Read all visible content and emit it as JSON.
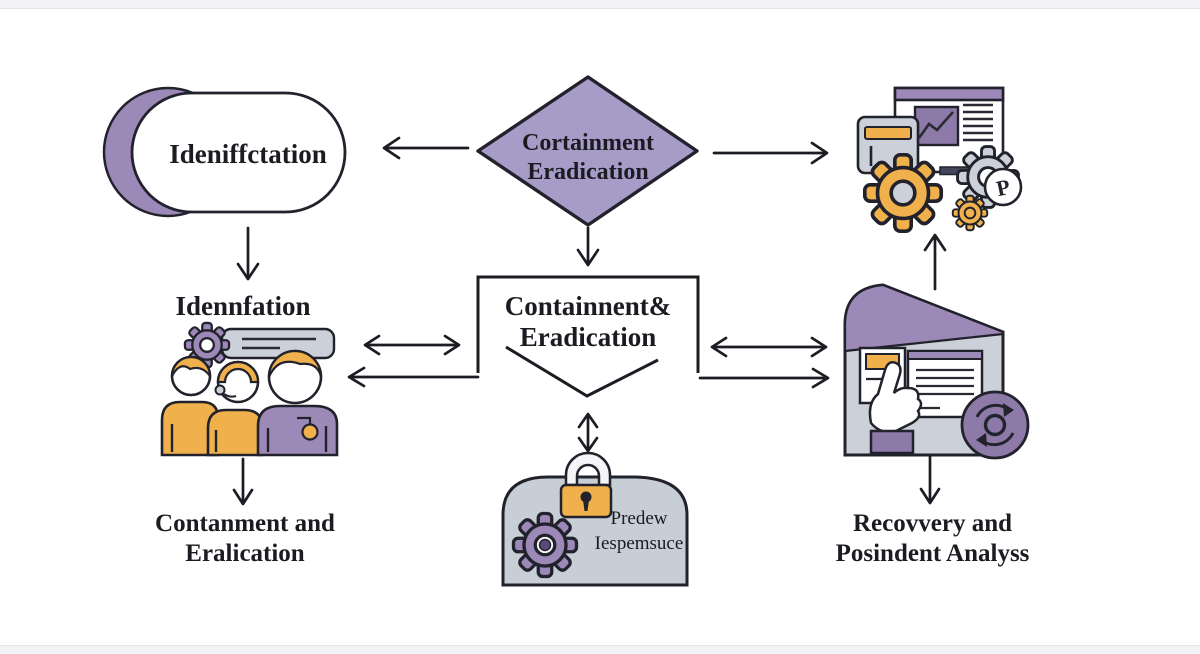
{
  "palette": {
    "purple_fill": "#A79BC8",
    "purple_medium": "#9C89B8",
    "purple_deep": "#8D7AA8",
    "orange": "#F0B14C",
    "gray_light": "#CCD1D9",
    "case_gray": "#C7CED6",
    "outline_ink": "#22222C",
    "background": "#FFFFFF"
  },
  "flowchart": {
    "top_left_pill": {
      "label": "Ideniffctation"
    },
    "top_diamond": {
      "line1": "Cortainment",
      "line2": "Eradication"
    },
    "left_group": {
      "title": "Idennfation"
    },
    "center_box": {
      "line1": "Containnent&",
      "line2": "Eradication"
    },
    "secure_case": {
      "line1": "Predew",
      "line2": "Iespemsuce"
    },
    "bottom_left_caption": {
      "line1": "Contanment and",
      "line2": "Eralication"
    },
    "bottom_right_caption": {
      "line1": "Recovvery and",
      "line2": "Posindent Analyss"
    },
    "monitor_badge": {
      "letter": "P"
    }
  }
}
